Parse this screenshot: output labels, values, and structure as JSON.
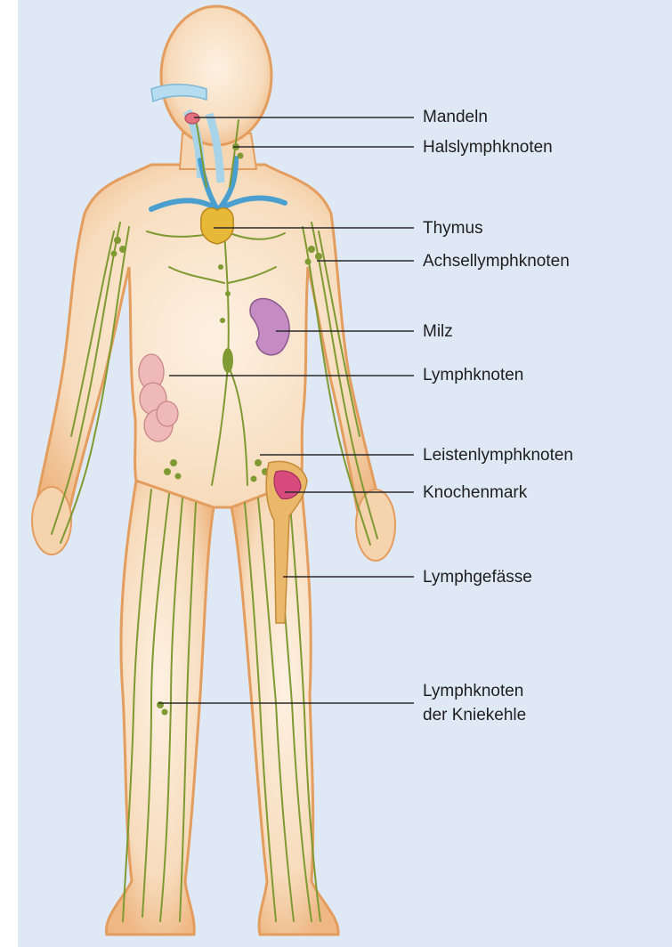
{
  "labels": {
    "mandeln": "Mandeln",
    "halslymphknoten": "Halslymphknoten",
    "thymus": "Thymus",
    "achsellymphknoten": "Achsellymphknoten",
    "milz": "Milz",
    "lymphknoten": "Lymphknoten",
    "leistenlymphknoten": "Leistenlymphknoten",
    "knochenmark": "Knochenmark",
    "lymphgefaesse": "Lymphgefässe",
    "kniekehle_line1": "Lymphknoten",
    "kniekehle_line2": "der Kniekehle"
  },
  "colors": {
    "background": "#dfe9f5",
    "skin": "#f7dfc3",
    "skin_edge": "#e8a565",
    "lymph_vessel": "#7f9a33",
    "thymus": "#e8b838",
    "spleen": "#c58cc4",
    "marrow": "#d64b7c",
    "airway": "#a8d4ea",
    "vein": "#4a9fcf",
    "intestine": "#f0b9b9",
    "bone": "#e9b86a"
  }
}
